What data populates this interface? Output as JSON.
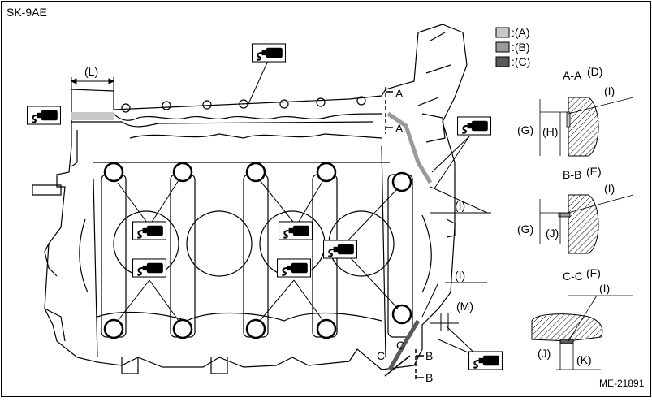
{
  "header": {
    "code": "SK-9AE",
    "ref": "ME-21891"
  },
  "legend": [
    {
      "key": "(A)",
      "text": ":(A)",
      "color": "#c8c8c8"
    },
    {
      "key": "(B)",
      "text": ":(B)",
      "color": "#9a9a9a"
    },
    {
      "key": "(C)",
      "text": ":(C)",
      "color": "#5a5a5a"
    }
  ],
  "labels": {
    "L": "(L)",
    "M": "(M)",
    "I": "(I)",
    "A": "A",
    "B": "B",
    "C": "C"
  },
  "sections": {
    "aa": {
      "title": "A-A",
      "code": "(D)",
      "I": "(I)",
      "G": "(G)",
      "H": "(H)"
    },
    "bb": {
      "title": "B-B",
      "code": "(E)",
      "I": "(I)",
      "G": "(G)",
      "J": "(J)"
    },
    "cc": {
      "title": "C-C",
      "code": "(F)",
      "I": "(I)",
      "J": "(J)",
      "K": "(K)"
    }
  },
  "icons": {
    "bottle": "sealant-bottle-icon"
  }
}
